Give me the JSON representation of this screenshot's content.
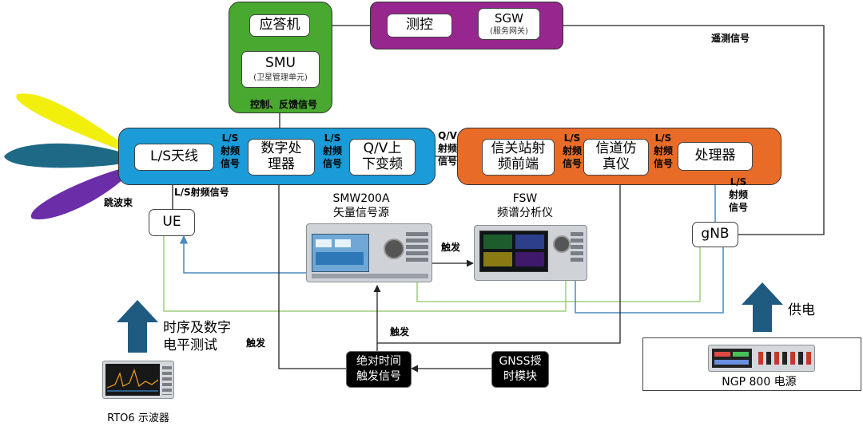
{
  "colors": {
    "green_panel": "#49a82f",
    "purple_panel": "#98268f",
    "blue_panel": "#1b9bd7",
    "orange_panel": "#e86c28",
    "arrow_blue": "#1f5b80",
    "beam_yellow": "#f2ef0c",
    "beam_teal": "#1e6a86",
    "beam_purple": "#6b2da8",
    "line_blue": "#4b88bd",
    "line_green": "#9ecf7c"
  },
  "blocks": {
    "transponder": "应答机",
    "smu": "SMU",
    "smu_sub": "(卫星管理单元)",
    "ttc": "测控",
    "sgw": "SGW",
    "sgw_sub": "(服务网关)",
    "ls_antenna": "L/S天线",
    "dsp_1": "数字处",
    "dsp_2": "理器",
    "qv_1": "Q/V上",
    "qv_2": "下变频",
    "gw_1": "信关站射",
    "gw_2": "频前端",
    "chan_1": "信道仿",
    "chan_2": "真仪",
    "processor": "处理器",
    "ue": "UE",
    "gnb": "gNB",
    "abs_1": "绝对时间",
    "abs_2": "触发信号",
    "gnss_1": "GNSS授",
    "gnss_2": "时模块"
  },
  "labels": {
    "control_feedback": "控制、反馈信号",
    "telemetry": "遥测信号",
    "ls_rf_1_a": "L/S",
    "ls_rf_1_b": "射频",
    "ls_rf_1_c": "信号",
    "ls_rf_2_a": "L/S",
    "ls_rf_2_b": "射频",
    "ls_rf_2_c": "信号",
    "qv_rf_a": "Q/V",
    "qv_rf_b": "射频",
    "qv_rf_c": "信号",
    "ls_rf_3_a": "L/S",
    "ls_rf_3_b": "射频",
    "ls_rf_3_c": "信号",
    "ls_rf_4_a": "L/S",
    "ls_rf_4_b": "射频",
    "ls_rf_4_c": "信号",
    "ls_rf_5_a": "L/S",
    "ls_rf_5_b": "射频",
    "ls_rf_5_c": "信号",
    "ls_rf_ue": "L/S射频信号",
    "beam_hopping": "跳波束",
    "trigger_1": "触发",
    "trigger_2": "触发",
    "trigger_3": "触发",
    "timing_1": "时序及数字",
    "timing_2": "电平测试",
    "power": "供电"
  },
  "instruments": {
    "smw_1": "SMW200A",
    "smw_2": "矢量信号源",
    "fsw_1": "FSW",
    "fsw_2": "频谱分析仪",
    "rto": "RTO6 示波器",
    "ngp": "NGP 800 电源"
  }
}
